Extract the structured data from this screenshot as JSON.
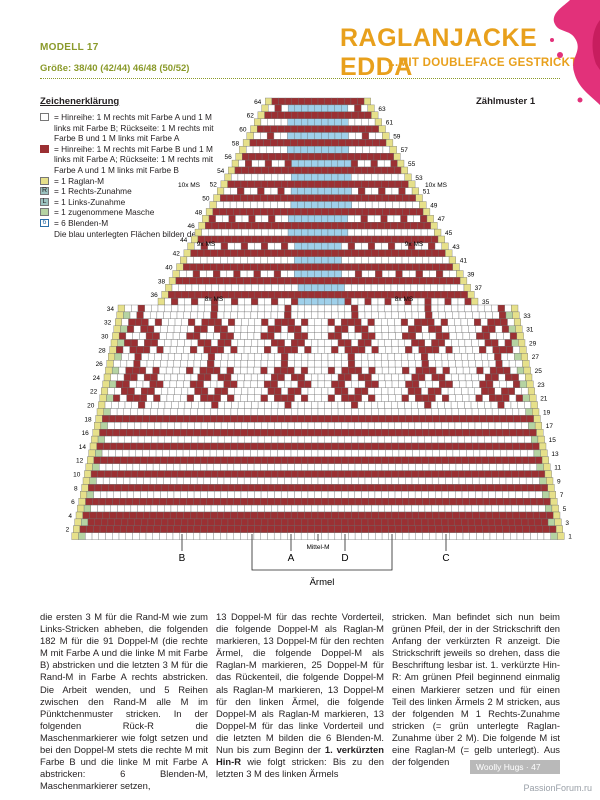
{
  "header": {
    "model": "MODELL 17",
    "size_label": "Größe:",
    "size_value": "38/40 (42/44) 46/48 (50/52)",
    "title": "RAGLANJACKE EDDA",
    "subtitle": "...MIT DOUBLEFACE GESTRICKT"
  },
  "legend": {
    "title": "Zeichenerklärung",
    "items": [
      {
        "text": "= Hinreihe: 1 M rechts mit Farbe A und 1 M links mit Farbe B; Rückseite: 1 M rechts mit Farbe B und 1 M links mit Farbe A"
      },
      {
        "text": "= Hinreihe: 1 M rechts mit Farbe B und 1 M links mit Farbe A; Rückseite: 1 M rechts mit Farbe A und 1 M links mit Farbe B"
      },
      {
        "text": "= 1 Raglan-M"
      },
      {
        "symbol": "R",
        "text": "= 1 Rechts-Zunahme"
      },
      {
        "symbol": "L",
        "text": "= 1 Links-Zunahme"
      },
      {
        "text": "= 1 zugenommene Masche"
      },
      {
        "symbol": "6",
        "text": "= 6 Blenden-M"
      },
      {
        "text": "Die blau unterlegten Flächen bilden den MS"
      }
    ],
    "colors": {
      "white": "#ffffff",
      "red": "#9b3033",
      "yellow": "#e6e08a",
      "teal": "#9cc3bf",
      "green": "#b5d3a2",
      "blue": "#9fd0ea"
    }
  },
  "chart": {
    "heading": "Zählmuster 1",
    "left_rows": [
      "64",
      "62",
      "60",
      "58",
      "56",
      "54",
      "52",
      "50",
      "48",
      "46",
      "44",
      "42",
      "40",
      "38",
      "36",
      "34",
      "32",
      "30",
      "28",
      "26",
      "24",
      "22",
      "20",
      "18",
      "16",
      "14",
      "12",
      "10",
      "8",
      "6",
      "4",
      "2"
    ],
    "right_rows": [
      "63",
      "61",
      "59",
      "57",
      "55",
      "53",
      "51",
      "49",
      "47",
      "45",
      "43",
      "41",
      "39",
      "37",
      "35",
      "33",
      "31",
      "29",
      "27",
      "25",
      "23",
      "21",
      "19",
      "17",
      "15",
      "13",
      "11",
      "9",
      "7",
      "5",
      "3",
      "1"
    ],
    "ms_labels": {
      "l10": "10x MS",
      "r10": "10x MS",
      "l9": "9x MS",
      "r9": "9x MS",
      "l8": "8x MS",
      "r8": "8x MS"
    },
    "markers": {
      "b": "B",
      "a": "A",
      "d": "D",
      "c": "C",
      "mittel": "Mittel-M",
      "arm": "Ärmel"
    }
  },
  "body": {
    "col1": "die ersten 3 M für die Rand-M wie zum Links-Stricken abheben, die folgenden 182 M für die 91 Doppel-M (die rechte M mit Farbe A und die linke M mit Farbe B) abstricken und die letzten 3 M für die Rand-M in Farbe A rechts abstricken. Die Arbeit wenden, und 5 Reihen zwischen den Rand-M alle M im Pünktchenmuster stricken. In der folgenden Rück-R die Maschenmarkierer wie folgt setzen und bei den Doppel-M stets die rechte M mit Farbe B und die linke M mit Farbe A abstricken: 6 Blenden-M, Maschenmarkierer setzen,",
    "col2a": "13 Doppel-M für das rechte Vorderteil, die folgende Doppel-M als Raglan-M markieren, 13 Doppel-M für den rechten Ärmel, die folgende Doppel-M als Raglan-M markieren, 25 Doppel-M für das Rückenteil, die folgende Doppel-M als Raglan-M markieren, 13 Doppel-M für den linken Ärmel, die folgende Doppel-M als Raglan-M markieren, 13 Doppel-M für das linke Vorderteil und die letzten M bilden die 6 Blenden-M. Nun bis zum Beginn der ",
    "col2b": "1. verkürzten Hin-R",
    "col2c": " wie folgt stricken: Bis zu den letzten 3 M des linken Ärmels",
    "col3": "stricken. Man befindet sich nun beim grünen Pfeil, der in der Strickschrift den Anfang der verkürzten R anzeigt. Die Strickschrift jeweils so drehen, dass die Beschriftung lesbar ist. 1. verkürzte Hin-R: Am grünen Pfeil beginnend einmalig einen Markierer setzen und für einen Teil des linken Ärmels 2 M stricken, aus der folgenden M 1 Rechts-Zunahme stricken (= grün unterlegte Raglan-Zunahme über 2 M). Die folgende M ist eine Raglan-M (= gelb unterlegt). Aus der folgenden"
  },
  "footer": {
    "text": "Woolly Hugs · 47",
    "watermark": "PassionForum.ru"
  }
}
